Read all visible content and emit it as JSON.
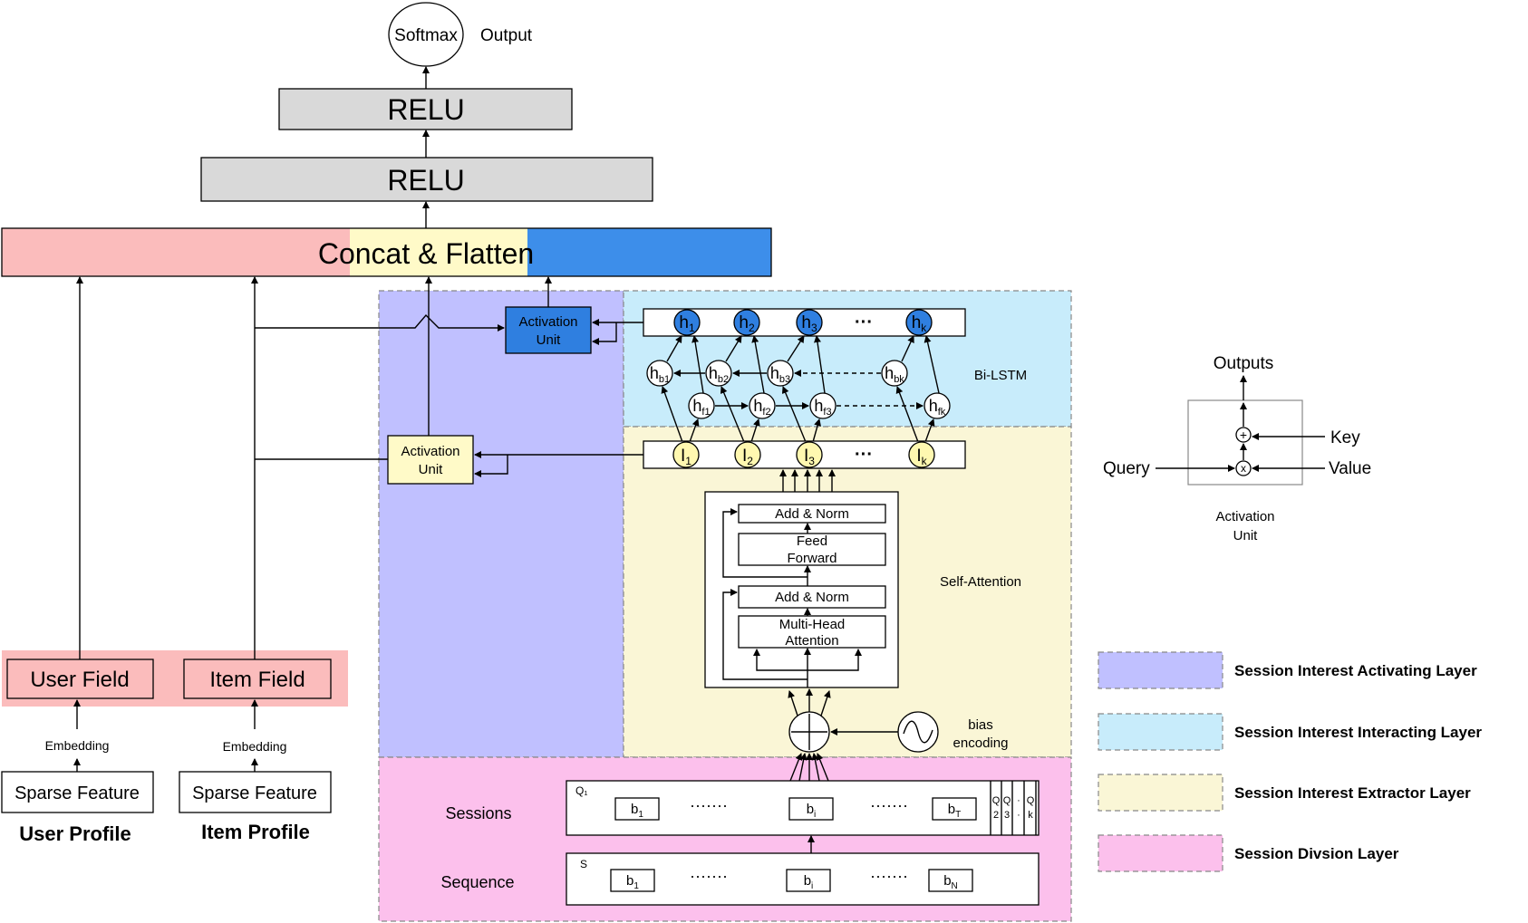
{
  "output": {
    "softmax": "Softmax",
    "label": "Output"
  },
  "relu_top": "RELU",
  "relu_bottom": "RELU",
  "concat": "Concat & Flatten",
  "left": {
    "user_field": "User Field",
    "item_field": "Item Field",
    "embedding_user": "Embedding",
    "embedding_item": "Embedding",
    "sparse_user": "Sparse Feature",
    "sparse_item": "Sparse Feature",
    "user_profile": "User Profile",
    "item_profile": "Item Profile"
  },
  "activation_units": {
    "top": [
      "Activation",
      "Unit"
    ],
    "mid": [
      "Activation",
      "Unit"
    ]
  },
  "bilstm": {
    "label": "Bi-LSTM",
    "h_nodes": [
      {
        "base": "h",
        "sub": "1"
      },
      {
        "base": "h",
        "sub": "2"
      },
      {
        "base": "h",
        "sub": "3"
      },
      {
        "base": "h",
        "sub": "k"
      }
    ],
    "hb_nodes": [
      {
        "base": "h",
        "sub": "b1"
      },
      {
        "base": "h",
        "sub": "b2"
      },
      {
        "base": "h",
        "sub": "b3"
      },
      {
        "base": "h",
        "sub": "bk"
      }
    ],
    "hf_nodes": [
      {
        "base": "h",
        "sub": "f1"
      },
      {
        "base": "h",
        "sub": "f2"
      },
      {
        "base": "h",
        "sub": "f3"
      },
      {
        "base": "h",
        "sub": "fk"
      }
    ],
    "ellipsis": "···"
  },
  "interest_nodes": {
    "nodes": [
      {
        "base": "I",
        "sub": "1"
      },
      {
        "base": "I",
        "sub": "2"
      },
      {
        "base": "I",
        "sub": "3"
      },
      {
        "base": "I",
        "sub": "k"
      }
    ],
    "ellipsis": "···"
  },
  "self_attention": {
    "label": "Self-Attention",
    "add_norm_top": "Add & Norm",
    "feed_forward": [
      "Feed",
      "Forward"
    ],
    "add_norm_bottom": "Add & Norm",
    "multi_head": [
      "Multi-Head",
      "Attention"
    ],
    "bias": [
      "bias",
      "encoding"
    ]
  },
  "sessions": {
    "label": "Sessions",
    "q1": "Q₁",
    "items": [
      {
        "base": "b",
        "sub": "1"
      },
      {
        "base": "b",
        "sub": "i"
      },
      {
        "base": "b",
        "sub": "T"
      }
    ],
    "dots": "·······",
    "q_cols": [
      [
        "Q",
        "2"
      ],
      [
        "Q",
        "3"
      ],
      [
        "·",
        "·"
      ],
      [
        "Q",
        "k"
      ]
    ]
  },
  "sequence": {
    "label": "Sequence",
    "s": "S",
    "items": [
      {
        "base": "b",
        "sub": "1"
      },
      {
        "base": "b",
        "sub": "i"
      },
      {
        "base": "b",
        "sub": "N"
      }
    ],
    "dots": "·······"
  },
  "activation_detail": {
    "outputs": "Outputs",
    "key": "Key",
    "query": "Query",
    "value": "Value",
    "plus": "+",
    "times": "x",
    "caption": [
      "Activation",
      "Unit"
    ]
  },
  "legend": [
    {
      "label": "Session Interest Activating Layer",
      "color": "#c0c0ff"
    },
    {
      "label": "Session Interest Interacting Layer",
      "color": "#c8ecfb"
    },
    {
      "label": "Session Interest Extractor Layer",
      "color": "#faf6d6"
    },
    {
      "label": "Session Divsion Layer",
      "color": "#fcc0ec"
    }
  ],
  "colors": {
    "pink_feature": "#fbbcbc",
    "yellow": "#fffac8",
    "blue": "#3d8eea",
    "gray": "#d9d9d9",
    "purple": "#c0c0ff",
    "light_blue": "#c8ecfb",
    "cream": "#faf6d6",
    "magenta": "#fcc0ec",
    "node_yellow": "#fff8b0",
    "node_blue": "#2f7fe0"
  }
}
